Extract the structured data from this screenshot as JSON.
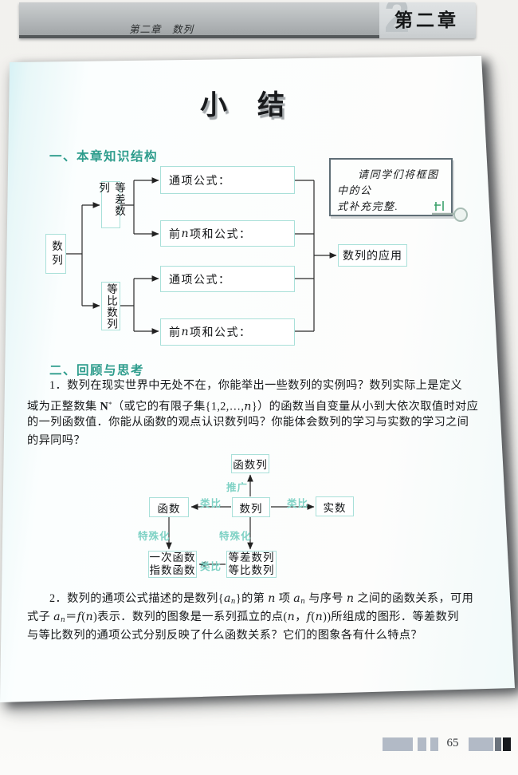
{
  "header": {
    "running_title": "第二章　数列",
    "chapter_tab": "第二章",
    "watermark_number": "2"
  },
  "title": "小　结",
  "section1": {
    "heading": "一、本章知识结构",
    "note": {
      "line1": "请同学们将框图中的公",
      "line2": "式补充完整.",
      "icon": "sprout-pin-icon"
    },
    "flow": {
      "root": "数列",
      "branch_arithmetic": "等差数列",
      "branch_geometric": "等比数列",
      "formula_boxes": [
        [
          {
            "t": "通项公式："
          }
        ],
        [
          {
            "t": "前"
          },
          {
            "t": "n",
            "s": "i"
          },
          {
            "t": "项和公式："
          }
        ],
        [
          {
            "t": "通项公式："
          }
        ],
        [
          {
            "t": "前"
          },
          {
            "t": "n",
            "s": "i"
          },
          {
            "t": "项和公式："
          }
        ]
      ],
      "application": "数列的应用"
    }
  },
  "section2": {
    "heading": "二、回顾与思考",
    "para1_lines": [
      [
        {
          "t": "1．数列在现实世界中无处不在，你能举出一些数列的实例吗？数列实际上是定义"
        }
      ],
      [
        {
          "t": "域为正整数集 "
        },
        {
          "t": "N",
          "s": "b"
        },
        {
          "t": "*",
          "s": "sup"
        },
        {
          "t": "（或它的有限子集{1,2,…,"
        },
        {
          "t": "n",
          "s": "i"
        },
        {
          "t": "}）的函数当自变量从小到大依次取值时对应"
        }
      ],
      [
        {
          "t": "的一列函数值．你能从函数的观点认识数列吗？你能体会数列的学习与实数的学习之间"
        }
      ],
      [
        {
          "t": "的异同吗？"
        }
      ]
    ],
    "diagram": {
      "node_top": "函数列",
      "node_center": "数列",
      "node_left": "函数",
      "node_right": "实数",
      "node_bottom_left_line1": "一次函数",
      "node_bottom_left_line2": "指数函数",
      "node_bottom_center_line1": "等差数列",
      "node_bottom_center_line2": "等比数列",
      "label_generalize": "推广",
      "label_analogy_left": "类比",
      "label_analogy_right": "类比",
      "label_specialize_left": "特殊化",
      "label_specialize_center": "特殊化",
      "label_analogy_bottom": "类比"
    },
    "para2_lines": [
      [
        {
          "t": "2．数列的通项公式描述的是数列{"
        },
        {
          "t": "a",
          "s": "i"
        },
        {
          "t": "n",
          "s": "sub"
        },
        {
          "t": "}的第 "
        },
        {
          "t": "n",
          "s": "i"
        },
        {
          "t": " 项 "
        },
        {
          "t": "a",
          "s": "i"
        },
        {
          "t": "n",
          "s": "sub"
        },
        {
          "t": " 与序号 "
        },
        {
          "t": "n",
          "s": "i"
        },
        {
          "t": " 之间的函数关系，可用"
        }
      ],
      [
        {
          "t": "式子 "
        },
        {
          "t": "a",
          "s": "i"
        },
        {
          "t": "n",
          "s": "sub"
        },
        {
          "t": "＝"
        },
        {
          "t": "f",
          "s": "i"
        },
        {
          "t": "("
        },
        {
          "t": "n",
          "s": "i"
        },
        {
          "t": ")表示．数列的图象是一系列孤立的点("
        },
        {
          "t": "n",
          "s": "i"
        },
        {
          "t": "，"
        },
        {
          "t": "f",
          "s": "i"
        },
        {
          "t": "("
        },
        {
          "t": "n",
          "s": "i"
        },
        {
          "t": "))所组成的图形．等差数列"
        }
      ],
      [
        {
          "t": "与等比数列的通项公式分别反映了什么函数关系？它们的图象各有什么特点？"
        }
      ]
    ]
  },
  "footer": {
    "page_number": "65"
  },
  "colors": {
    "accent_teal": "#2d9c8c",
    "diagram_label_teal": "#7fd2c5",
    "flow_box_border": "#a9e0d9",
    "header_bar_gray": "#b3b7b9",
    "footer_block_gray": "#b2bac6"
  }
}
